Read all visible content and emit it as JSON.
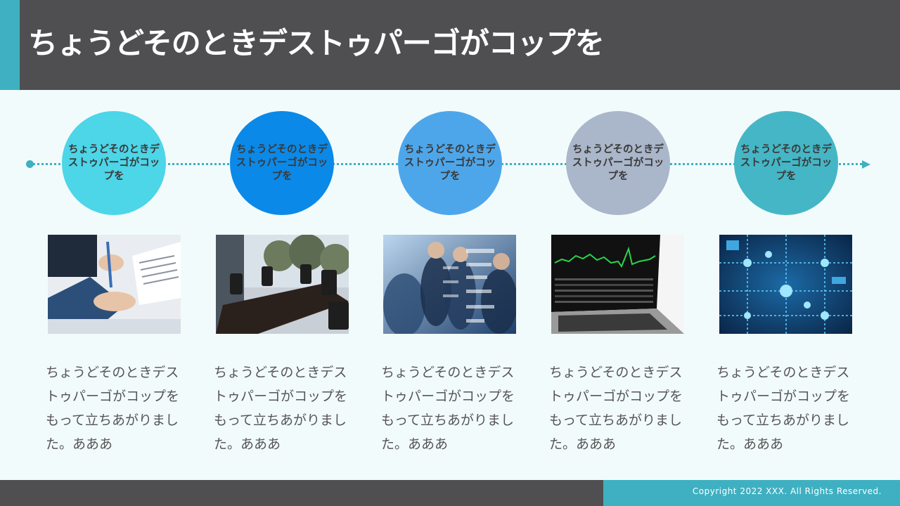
{
  "header": {
    "title": "ちょうどそのときデストゥパーゴがコップを"
  },
  "steps": [
    {
      "circle_label": "ちょうどそのときデストゥパーゴがコップを",
      "description": "ちょうどそのときデストゥパーゴがコップをもって立ちあがりました。あああ",
      "photo": "business-contract-photo",
      "color": "#4dd5e8"
    },
    {
      "circle_label": "ちょうどそのときデストゥパーゴがコップを",
      "description": "ちょうどそのときデストゥパーゴがコップをもって立ちあがりました。あああ",
      "photo": "meeting-room-photo",
      "color": "#0a89e8"
    },
    {
      "circle_label": "ちょうどそのときデストゥパーゴがコップを",
      "description": "ちょうどそのときデストゥパーゴがコップをもって立ちあがりました。あああ",
      "photo": "business-people-network-photo",
      "color": "#4ea6ea"
    },
    {
      "circle_label": "ちょうどそのときデストゥパーゴがコップを",
      "description": "ちょうどそのときデストゥパーゴがコップをもって立ちあがりました。あああ",
      "photo": "laptop-stock-chart-photo",
      "color": "#aab6c9"
    },
    {
      "circle_label": "ちょうどそのときデストゥパーゴがコップを",
      "description": "ちょうどそのときデストゥパーゴがコップをもって立ちあがりました。あああ",
      "photo": "digital-network-photo",
      "color": "#45b6c5"
    }
  ],
  "footer": {
    "copyright": "Copyright 2022 XXX. All Rights Reserved."
  },
  "colors": {
    "header_bg": "#4f4f51",
    "accent": "#3fb0c1",
    "page_bg": "#f2fbfc"
  }
}
